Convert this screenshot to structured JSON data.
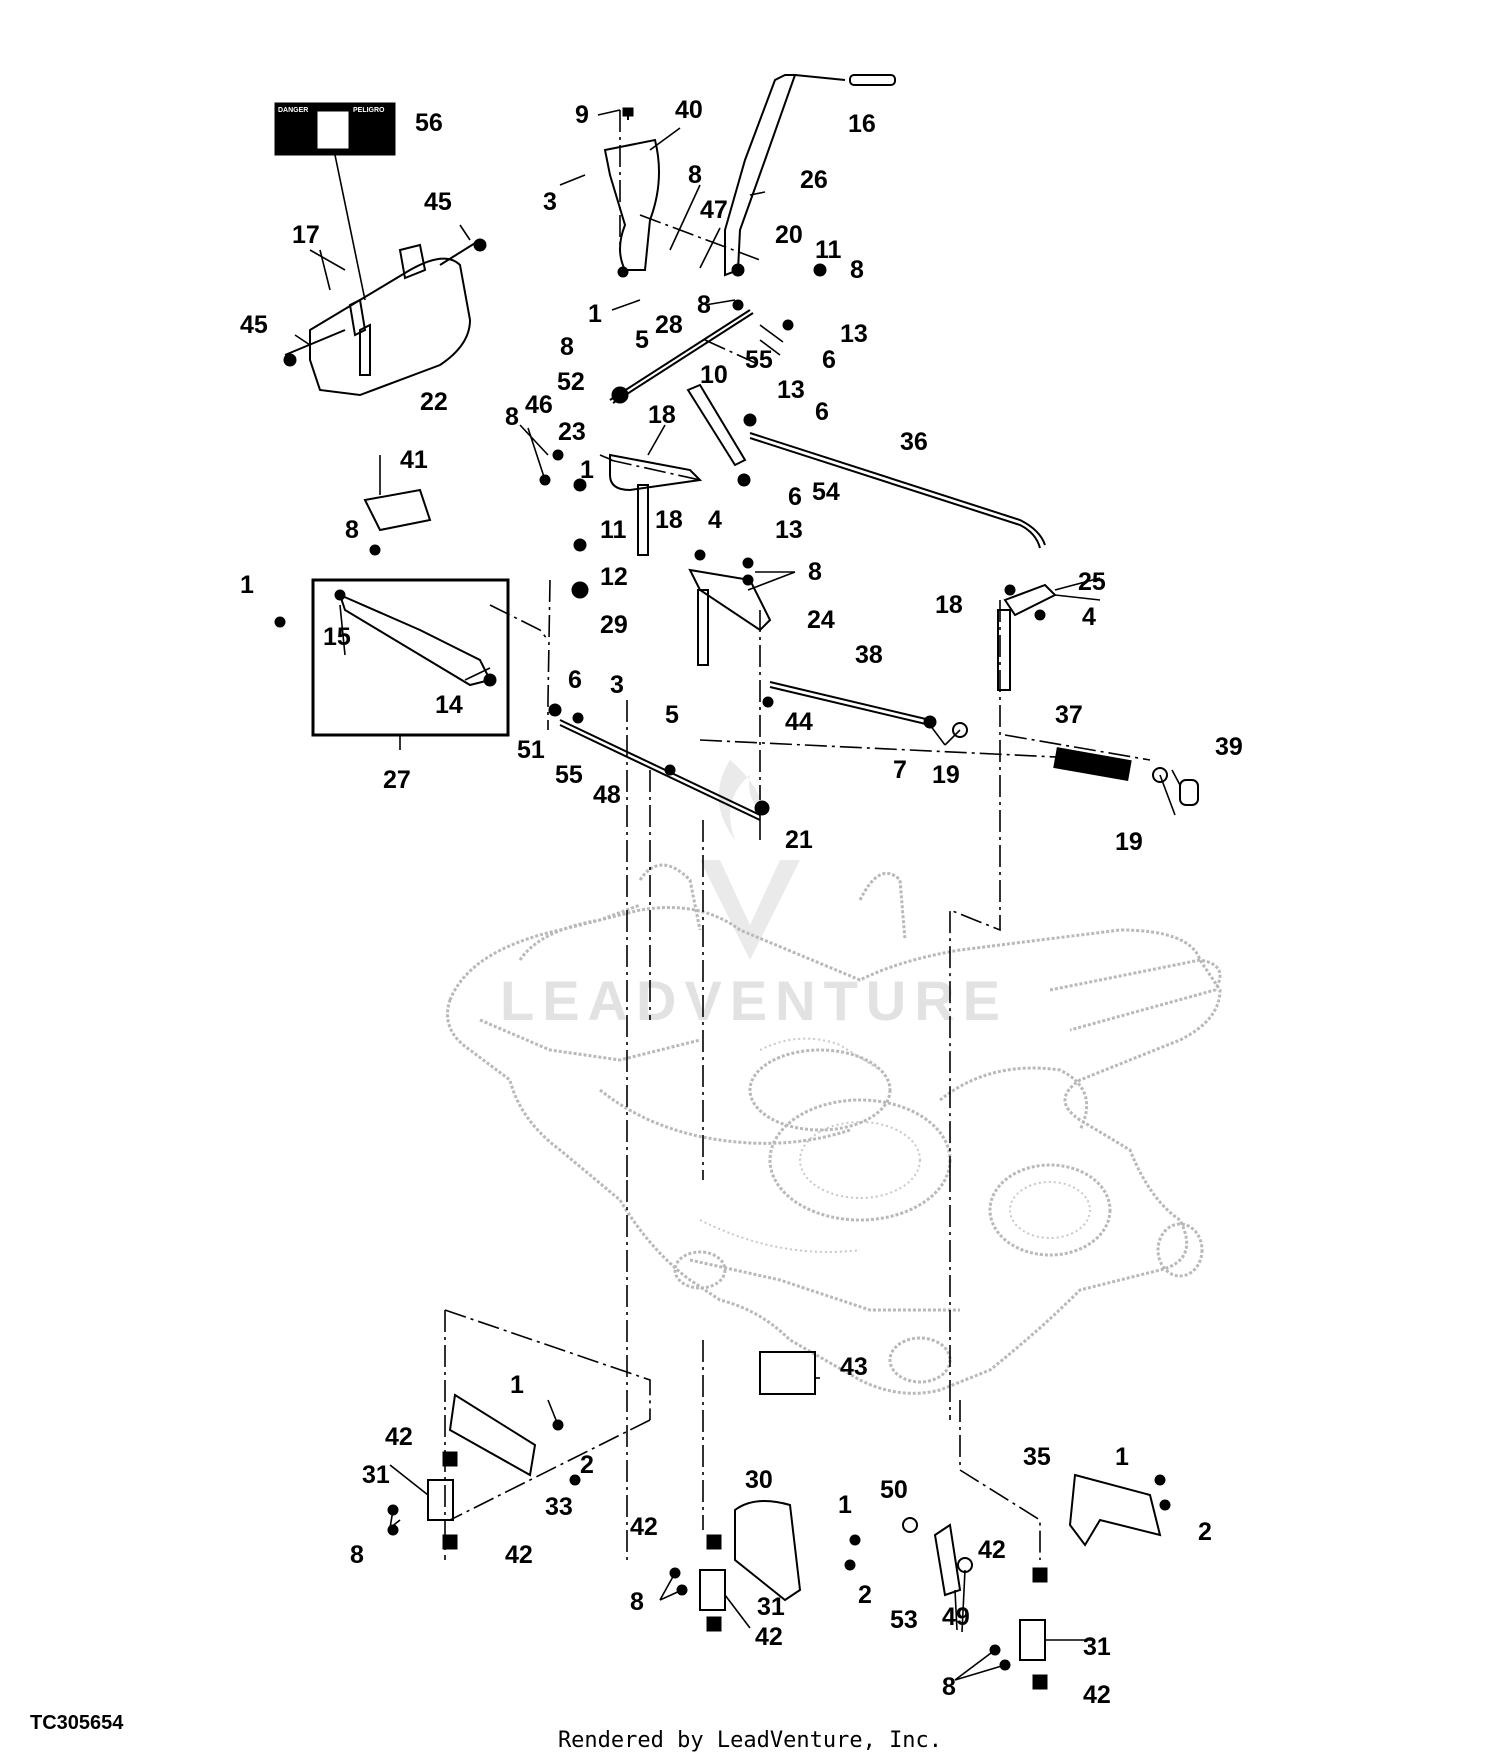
{
  "figure_id": "TC305654",
  "credit": "Rendered by LeadVenture, Inc.",
  "decal": {
    "left": "DANGER",
    "right": "PELIGRO"
  },
  "watermark_text": "LEADVENTURE",
  "callouts": {
    "c1": "9",
    "c2": "40",
    "c3": "56",
    "c4": "16",
    "c5": "3",
    "c6": "8",
    "c7": "26",
    "c8": "45",
    "c9": "17",
    "c10": "47",
    "c11": "20",
    "c12": "11",
    "c13": "8",
    "c14": "45",
    "c15": "1",
    "c16": "8",
    "c17": "13",
    "c18": "8",
    "c19": "5",
    "c20": "28",
    "c21": "55",
    "c22": "6",
    "c23": "22",
    "c24": "52",
    "c25": "10",
    "c26": "13",
    "c27": "46",
    "c28": "6",
    "c29": "8",
    "c30": "23",
    "c31": "18",
    "c32": "36",
    "c33": "41",
    "c34": "1",
    "c35": "6",
    "c36": "54",
    "c37": "11",
    "c38": "18",
    "c39": "4",
    "c40": "13",
    "c41": "8",
    "c42": "12",
    "c43": "8",
    "c44": "1",
    "c45": "29",
    "c46": "25",
    "c47": "18",
    "c48": "4",
    "c49": "15",
    "c50": "24",
    "c51": "14",
    "c52": "6",
    "c53": "3",
    "c54": "38",
    "c55": "44",
    "c56": "37",
    "c57": "39",
    "c58": "5",
    "c59": "51",
    "c60": "55",
    "c61": "7",
    "c62": "19",
    "c63": "27",
    "c64": "48",
    "c65": "19",
    "c66": "21",
    "c67": "43",
    "c68": "1",
    "c69": "42",
    "c70": "2",
    "c71": "31",
    "c72": "33",
    "c73": "8",
    "c74": "42",
    "c75": "30",
    "c76": "1",
    "c77": "42",
    "c78": "2",
    "c79": "8",
    "c80": "31",
    "c81": "42",
    "c82": "35",
    "c83": "1",
    "c84": "50",
    "c85": "2",
    "c86": "42",
    "c87": "53",
    "c88": "49",
    "c89": "31",
    "c90": "8",
    "c91": "42"
  }
}
